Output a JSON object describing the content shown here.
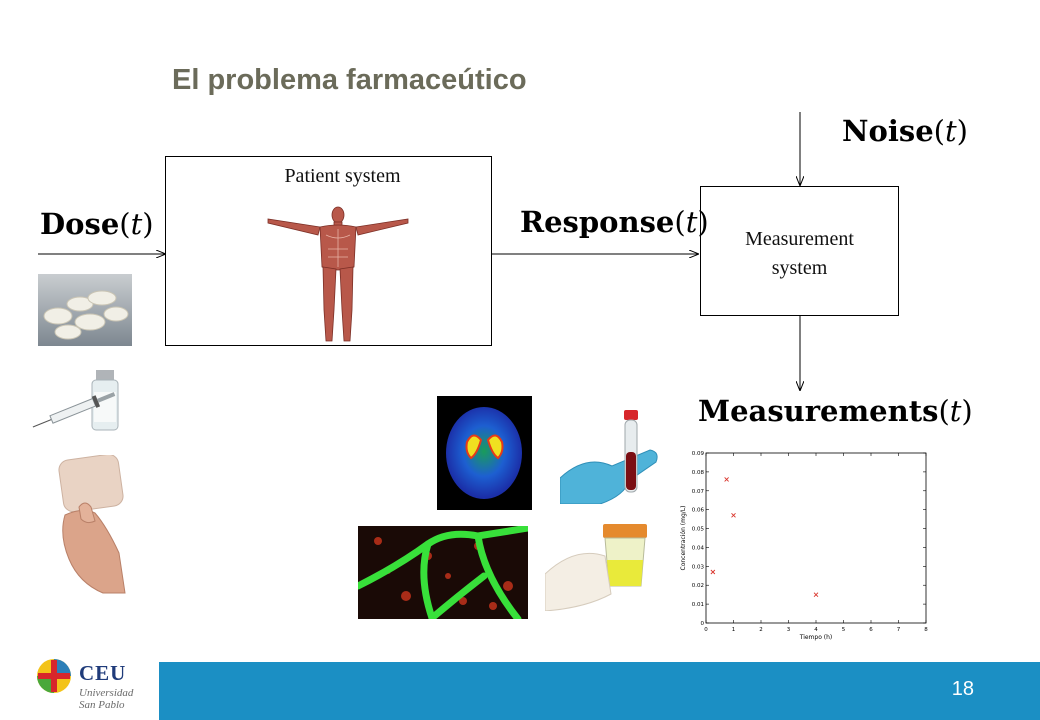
{
  "slide": {
    "title": "El problema farmaceútico",
    "page_number": "18"
  },
  "diagram": {
    "patient_system_label": "Patient system",
    "measurement_system_label": [
      "Measurement",
      "system"
    ],
    "dose": {
      "fn": "Dose",
      "var": "t"
    },
    "response": {
      "fn": "Response",
      "var": "t"
    },
    "noise": {
      "fn": "Noise",
      "var": "t"
    },
    "measurements": {
      "fn": "Measurements",
      "var": "t"
    }
  },
  "images": {
    "patient": "human-muscular-anatomy-figure",
    "dose_forms": [
      "pills-photo",
      "syringe-vial-photo",
      "transdermal-patch-photo"
    ],
    "measurement_sources": [
      "brain-pet-scan",
      "blood-tube-photo",
      "microscopy-vessels",
      "urine-sample-cup"
    ]
  },
  "chart_data": {
    "type": "scatter",
    "xlabel": "Tiempo (h)",
    "ylabel": "Concentración (mg/L)",
    "xlim": [
      0,
      8
    ],
    "ylim": [
      0,
      0.09
    ],
    "xticks": [
      "0",
      "1",
      "2",
      "3",
      "4",
      "5",
      "6",
      "7",
      "8"
    ],
    "yticks": [
      "0",
      "0.01",
      "0.02",
      "0.03",
      "0.04",
      "0.05",
      "0.06",
      "0.07",
      "0.08",
      "0.09"
    ],
    "x": [
      0.25,
      0.75,
      1.0,
      4.0
    ],
    "y": [
      0.027,
      0.076,
      0.057,
      0.015
    ],
    "marker": "x",
    "marker_color": "#d9342b",
    "grid": false
  },
  "footer": {
    "logo_name": "CEU",
    "logo_sub": [
      "Universidad",
      "San Pablo"
    ],
    "bar_color": "#1b8fc4"
  }
}
